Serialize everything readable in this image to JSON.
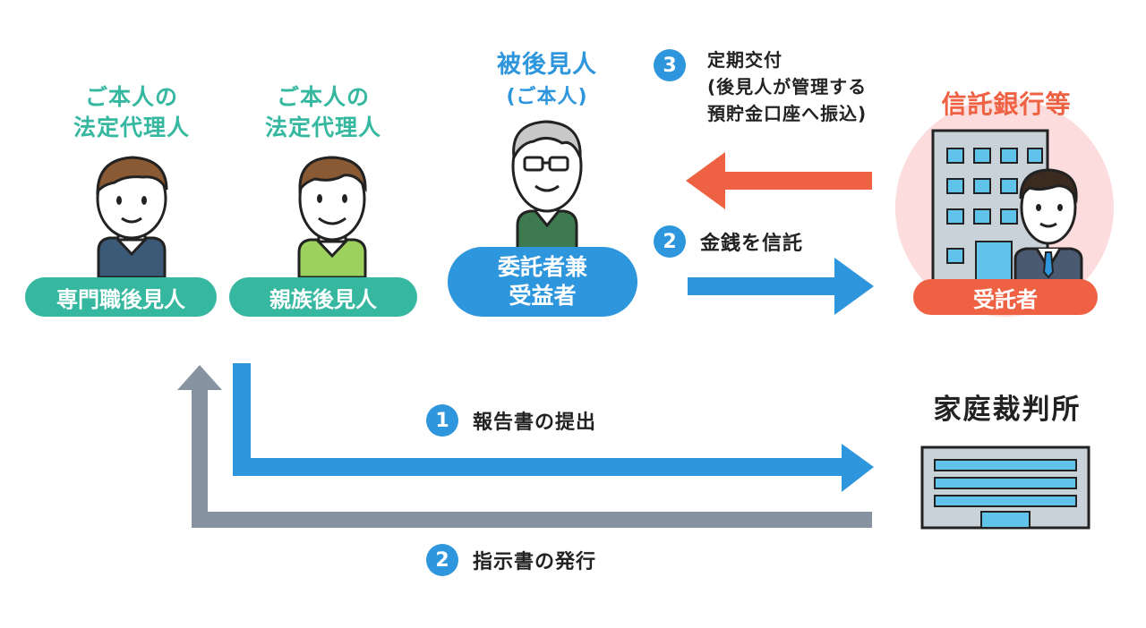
{
  "colors": {
    "teal": "#36b8a0",
    "blue": "#2e96dc",
    "orange": "#ee6243",
    "gray": "#8793a0",
    "bank_circle": "#fcdcdc"
  },
  "left_roles": [
    {
      "title_lines": [
        "ご本人の",
        "法定代理人"
      ],
      "badge": "専門職後見人",
      "icon": "professional-person-icon"
    },
    {
      "title_lines": [
        "ご本人の",
        "法定代理人"
      ],
      "badge": "親族後見人",
      "icon": "relative-person-icon"
    }
  ],
  "ward": {
    "title": "被後見人",
    "subtitle": "(ご本人)",
    "badge_lines": [
      "委託者兼",
      "受益者"
    ],
    "icon": "elderly-person-icon"
  },
  "bank": {
    "title": "信託銀行等",
    "badge": "受託者",
    "icon": "bank-building-icon"
  },
  "court": {
    "title": "家庭裁判所",
    "icon": "court-building-icon"
  },
  "flows": {
    "step3": {
      "num": "3",
      "lines": [
        "定期交付",
        "(後見人が管理する",
        "預貯金口座へ振込)"
      ]
    },
    "step2_top": {
      "num": "2",
      "label": "金銭を信託"
    },
    "step1": {
      "num": "1",
      "label": "報告書の提出"
    },
    "step2_bottom": {
      "num": "2",
      "label": "指示書の発行"
    }
  }
}
